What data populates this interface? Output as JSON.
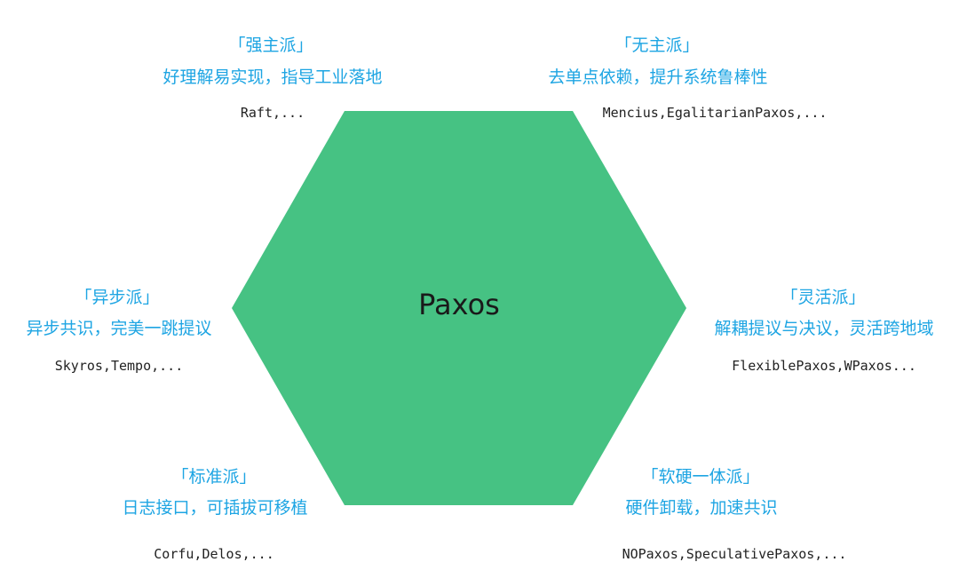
{
  "center": {
    "label": "Paxos",
    "fill": "#46c283"
  },
  "colors": {
    "accent": "#1ea5e3",
    "examples": "#222222"
  },
  "schools": [
    {
      "title": "「强主派」",
      "desc": "好理解易实现，指导工业落地",
      "examples": "Raft,..."
    },
    {
      "title": "「无主派」",
      "desc": "去单点依赖，提升系统鲁棒性",
      "examples": "Mencius,EgalitarianPaxos,..."
    },
    {
      "title": "「异步派」",
      "desc": "异步共识，完美一跳提议",
      "examples": "Skyros,Tempo,..."
    },
    {
      "title": "「灵活派」",
      "desc": "解耦提议与决议，灵活跨地域",
      "examples": "FlexiblePaxos,WPaxos..."
    },
    {
      "title": "「标准派」",
      "desc": "日志接口，可插拔可移植",
      "examples": "Corfu,Delos,..."
    },
    {
      "title": "「软硬一体派」",
      "desc": "硬件卸载，加速共识",
      "examples": "NOPaxos,SpeculativePaxos,..."
    }
  ]
}
